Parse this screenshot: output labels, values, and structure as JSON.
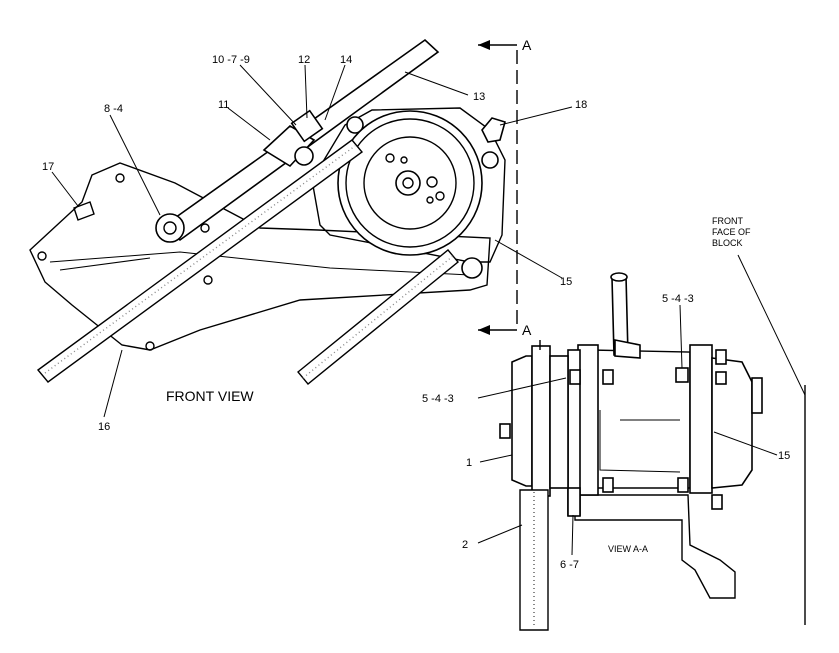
{
  "callouts": {
    "c10_7_9": "10 -7 -9",
    "c12": "12",
    "c14": "14",
    "c13": "13",
    "c18": "18",
    "c11": "11",
    "c8_4": "8 -4",
    "c17": "17",
    "c15_front": "15",
    "c16": "16",
    "c5_4_3_top": "5 -4 -3",
    "c5_4_3_left": "5 -4 -3",
    "c15_side": "15",
    "c1": "1",
    "c2": "2",
    "c6_7": "6 -7"
  },
  "section_marker": {
    "top_letter": "A",
    "bottom_letter": "A"
  },
  "view_titles": {
    "front_view": "FRONT VIEW",
    "view_aa": "VIEW A-A"
  },
  "front_face_note": [
    "FRONT",
    "FACE OF",
    "BLOCK"
  ]
}
